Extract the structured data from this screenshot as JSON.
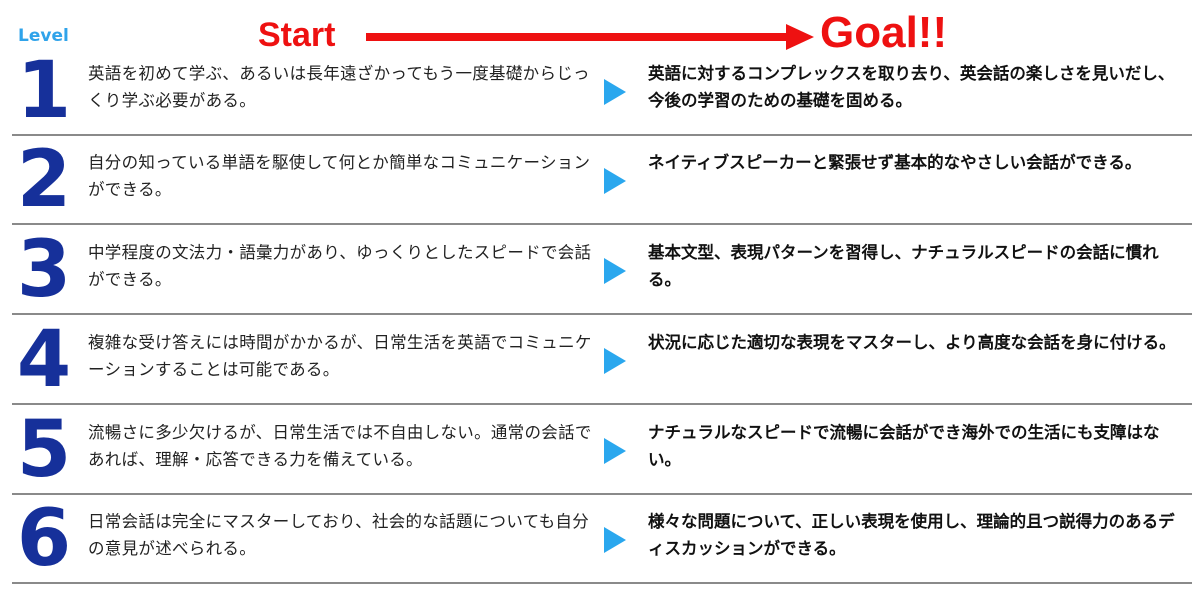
{
  "header": {
    "level_label": "Level",
    "start_label": "Start",
    "goal_label": "Goal!!"
  },
  "colors": {
    "accent_red": "#ee1111",
    "level_blue": "#2fa3ea",
    "number_navy": "#16309a",
    "triangle_blue": "#2aa7ee"
  },
  "levels": [
    {
      "number": "1",
      "start": "英語を初めて学ぶ、あるいは長年遠ざかってもう一度基礎からじっくり学ぶ必要がある。",
      "goal": "英語に対するコンプレックスを取り去り、英会話の楽しさを見いだし、今後の学習のための基礎を固める。"
    },
    {
      "number": "2",
      "start": "自分の知っている単語を駆使して何とか簡単なコミュニケーションができる。",
      "goal": "ネイティブスピーカーと緊張せず基本的なやさしい会話ができる。"
    },
    {
      "number": "3",
      "start": "中学程度の文法力・語彙力があり、ゆっくりとしたスピードで会話ができる。",
      "goal": "基本文型、表現パターンを習得し、ナチュラルスピードの会話に慣れる。"
    },
    {
      "number": "4",
      "start": "複雑な受け答えには時間がかかるが、日常生活を英語でコミュニケーションすることは可能である。",
      "goal": "状況に応じた適切な表現をマスターし、より高度な会話を身に付ける。"
    },
    {
      "number": "5",
      "start": "流暢さに多少欠けるが、日常生活では不自由しない。通常の会話であれば、理解・応答できる力を備えている。",
      "goal": "ナチュラルなスピードで流暢に会話ができ海外での生活にも支障はない。"
    },
    {
      "number": "6",
      "start": "日常会話は完全にマスターしており、社会的な話題についても自分の意見が述べられる。",
      "goal": "様々な問題について、正しい表現を使用し、理論的且つ説得力のあるディスカッションができる。"
    }
  ]
}
